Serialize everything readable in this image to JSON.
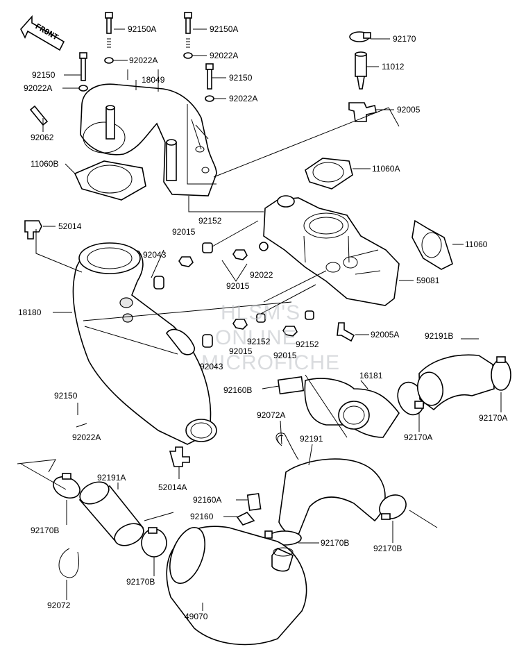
{
  "orientation_label": "FRONT",
  "watermark": [
    "HLSM'S",
    "ONLINE",
    "MICROFICHE"
  ],
  "callouts": [
    {
      "id": "92150A",
      "text": "92150A"
    },
    {
      "id": "92150A_b",
      "text": "92150A"
    },
    {
      "id": "92170",
      "text": "92170"
    },
    {
      "id": "92022A",
      "text": "92022A"
    },
    {
      "id": "92022A_b",
      "text": "92022A"
    },
    {
      "id": "11012",
      "text": "11012"
    },
    {
      "id": "92150",
      "text": "92150"
    },
    {
      "id": "92150_b",
      "text": "92150"
    },
    {
      "id": "18049",
      "text": "18049"
    },
    {
      "id": "92022A_c",
      "text": "92022A"
    },
    {
      "id": "92022A_d",
      "text": "92022A"
    },
    {
      "id": "92005",
      "text": "92005"
    },
    {
      "id": "92062",
      "text": "92062"
    },
    {
      "id": "11060B",
      "text": "11060B"
    },
    {
      "id": "11060A",
      "text": "11060A"
    },
    {
      "id": "52014",
      "text": "52014"
    },
    {
      "id": "92152",
      "text": "92152"
    },
    {
      "id": "92015",
      "text": "92015"
    },
    {
      "id": "11060",
      "text": "11060"
    },
    {
      "id": "92043",
      "text": "92043"
    },
    {
      "id": "92022",
      "text": "92022"
    },
    {
      "id": "92015_b",
      "text": "92015"
    },
    {
      "id": "59081",
      "text": "59081"
    },
    {
      "id": "18180",
      "text": "18180"
    },
    {
      "id": "92152_b",
      "text": "92152"
    },
    {
      "id": "92152_c",
      "text": "92152"
    },
    {
      "id": "92005A",
      "text": "92005A"
    },
    {
      "id": "92015_c",
      "text": "92015"
    },
    {
      "id": "92015_d",
      "text": "92015"
    },
    {
      "id": "92043_b",
      "text": "92043"
    },
    {
      "id": "92191B",
      "text": "92191B"
    },
    {
      "id": "92160B",
      "text": "92160B"
    },
    {
      "id": "16181",
      "text": "16181"
    },
    {
      "id": "92150_c",
      "text": "92150"
    },
    {
      "id": "92072A",
      "text": "92072A"
    },
    {
      "id": "92170A",
      "text": "92170A"
    },
    {
      "id": "92022A_e",
      "text": "92022A"
    },
    {
      "id": "92170A_b",
      "text": "92170A"
    },
    {
      "id": "92191",
      "text": "92191"
    },
    {
      "id": "52014A",
      "text": "52014A"
    },
    {
      "id": "92191A",
      "text": "92191A"
    },
    {
      "id": "92160A",
      "text": "92160A"
    },
    {
      "id": "92160",
      "text": "92160"
    },
    {
      "id": "92170B",
      "text": "92170B"
    },
    {
      "id": "92170B_b",
      "text": "92170B"
    },
    {
      "id": "92170B_c",
      "text": "92170B"
    },
    {
      "id": "92170B_d",
      "text": "92170B"
    },
    {
      "id": "92072",
      "text": "92072"
    },
    {
      "id": "49070",
      "text": "49070"
    }
  ]
}
